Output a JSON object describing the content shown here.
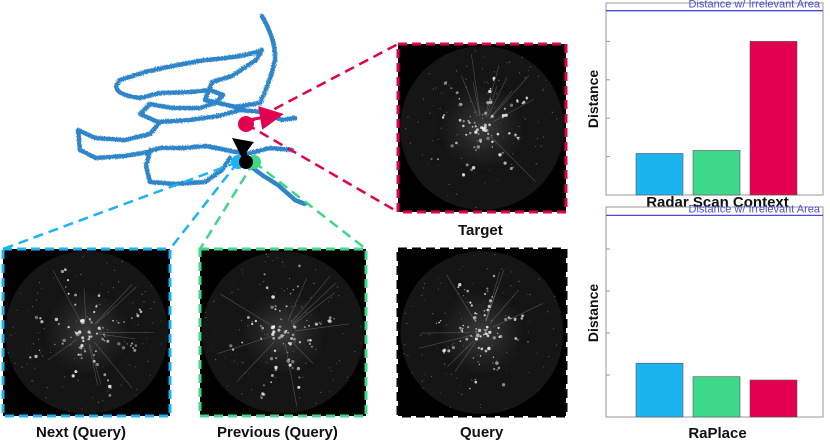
{
  "panels": {
    "target": "Target",
    "next_query": "Next (Query)",
    "previous_query": "Previous (Query)",
    "query": "Query"
  },
  "colors": {
    "trajectory": "#2f86c8",
    "next": "#1cb4f0",
    "previous": "#3ed88a",
    "target": "#e3004f",
    "query": "#000000",
    "reference_line": "#4b4bd6"
  },
  "chart_data": [
    {
      "type": "bar",
      "title": "Radar Scan Context",
      "xlabel": "",
      "ylabel": "Distance",
      "categories": [
        "Next (Query)",
        "Previous (Query)",
        "Target"
      ],
      "values": [
        0.27,
        0.29,
        1.0
      ],
      "ylim": [
        0,
        1.25
      ],
      "reference_line": {
        "label": "Distance w/ Irrelevant Area",
        "value": 1.2
      },
      "bar_colors": [
        "#1cb4f0",
        "#3ed88a",
        "#e3004f"
      ],
      "grid": false,
      "x_ticks_shown": false,
      "y_tick_labels_shown": false
    },
    {
      "type": "bar",
      "title": "RaPlace",
      "xlabel": "",
      "ylabel": "Distance",
      "categories": [
        "Next (Query)",
        "Previous (Query)",
        "Target"
      ],
      "values": [
        0.32,
        0.24,
        0.22
      ],
      "ylim": [
        0,
        1.25
      ],
      "reference_line": {
        "label": "Distance w/ Irrelevant Area",
        "value": 1.2
      },
      "bar_colors": [
        "#1cb4f0",
        "#3ed88a",
        "#e3004f"
      ],
      "grid": false,
      "x_ticks_shown": false,
      "y_tick_labels_shown": false
    }
  ]
}
